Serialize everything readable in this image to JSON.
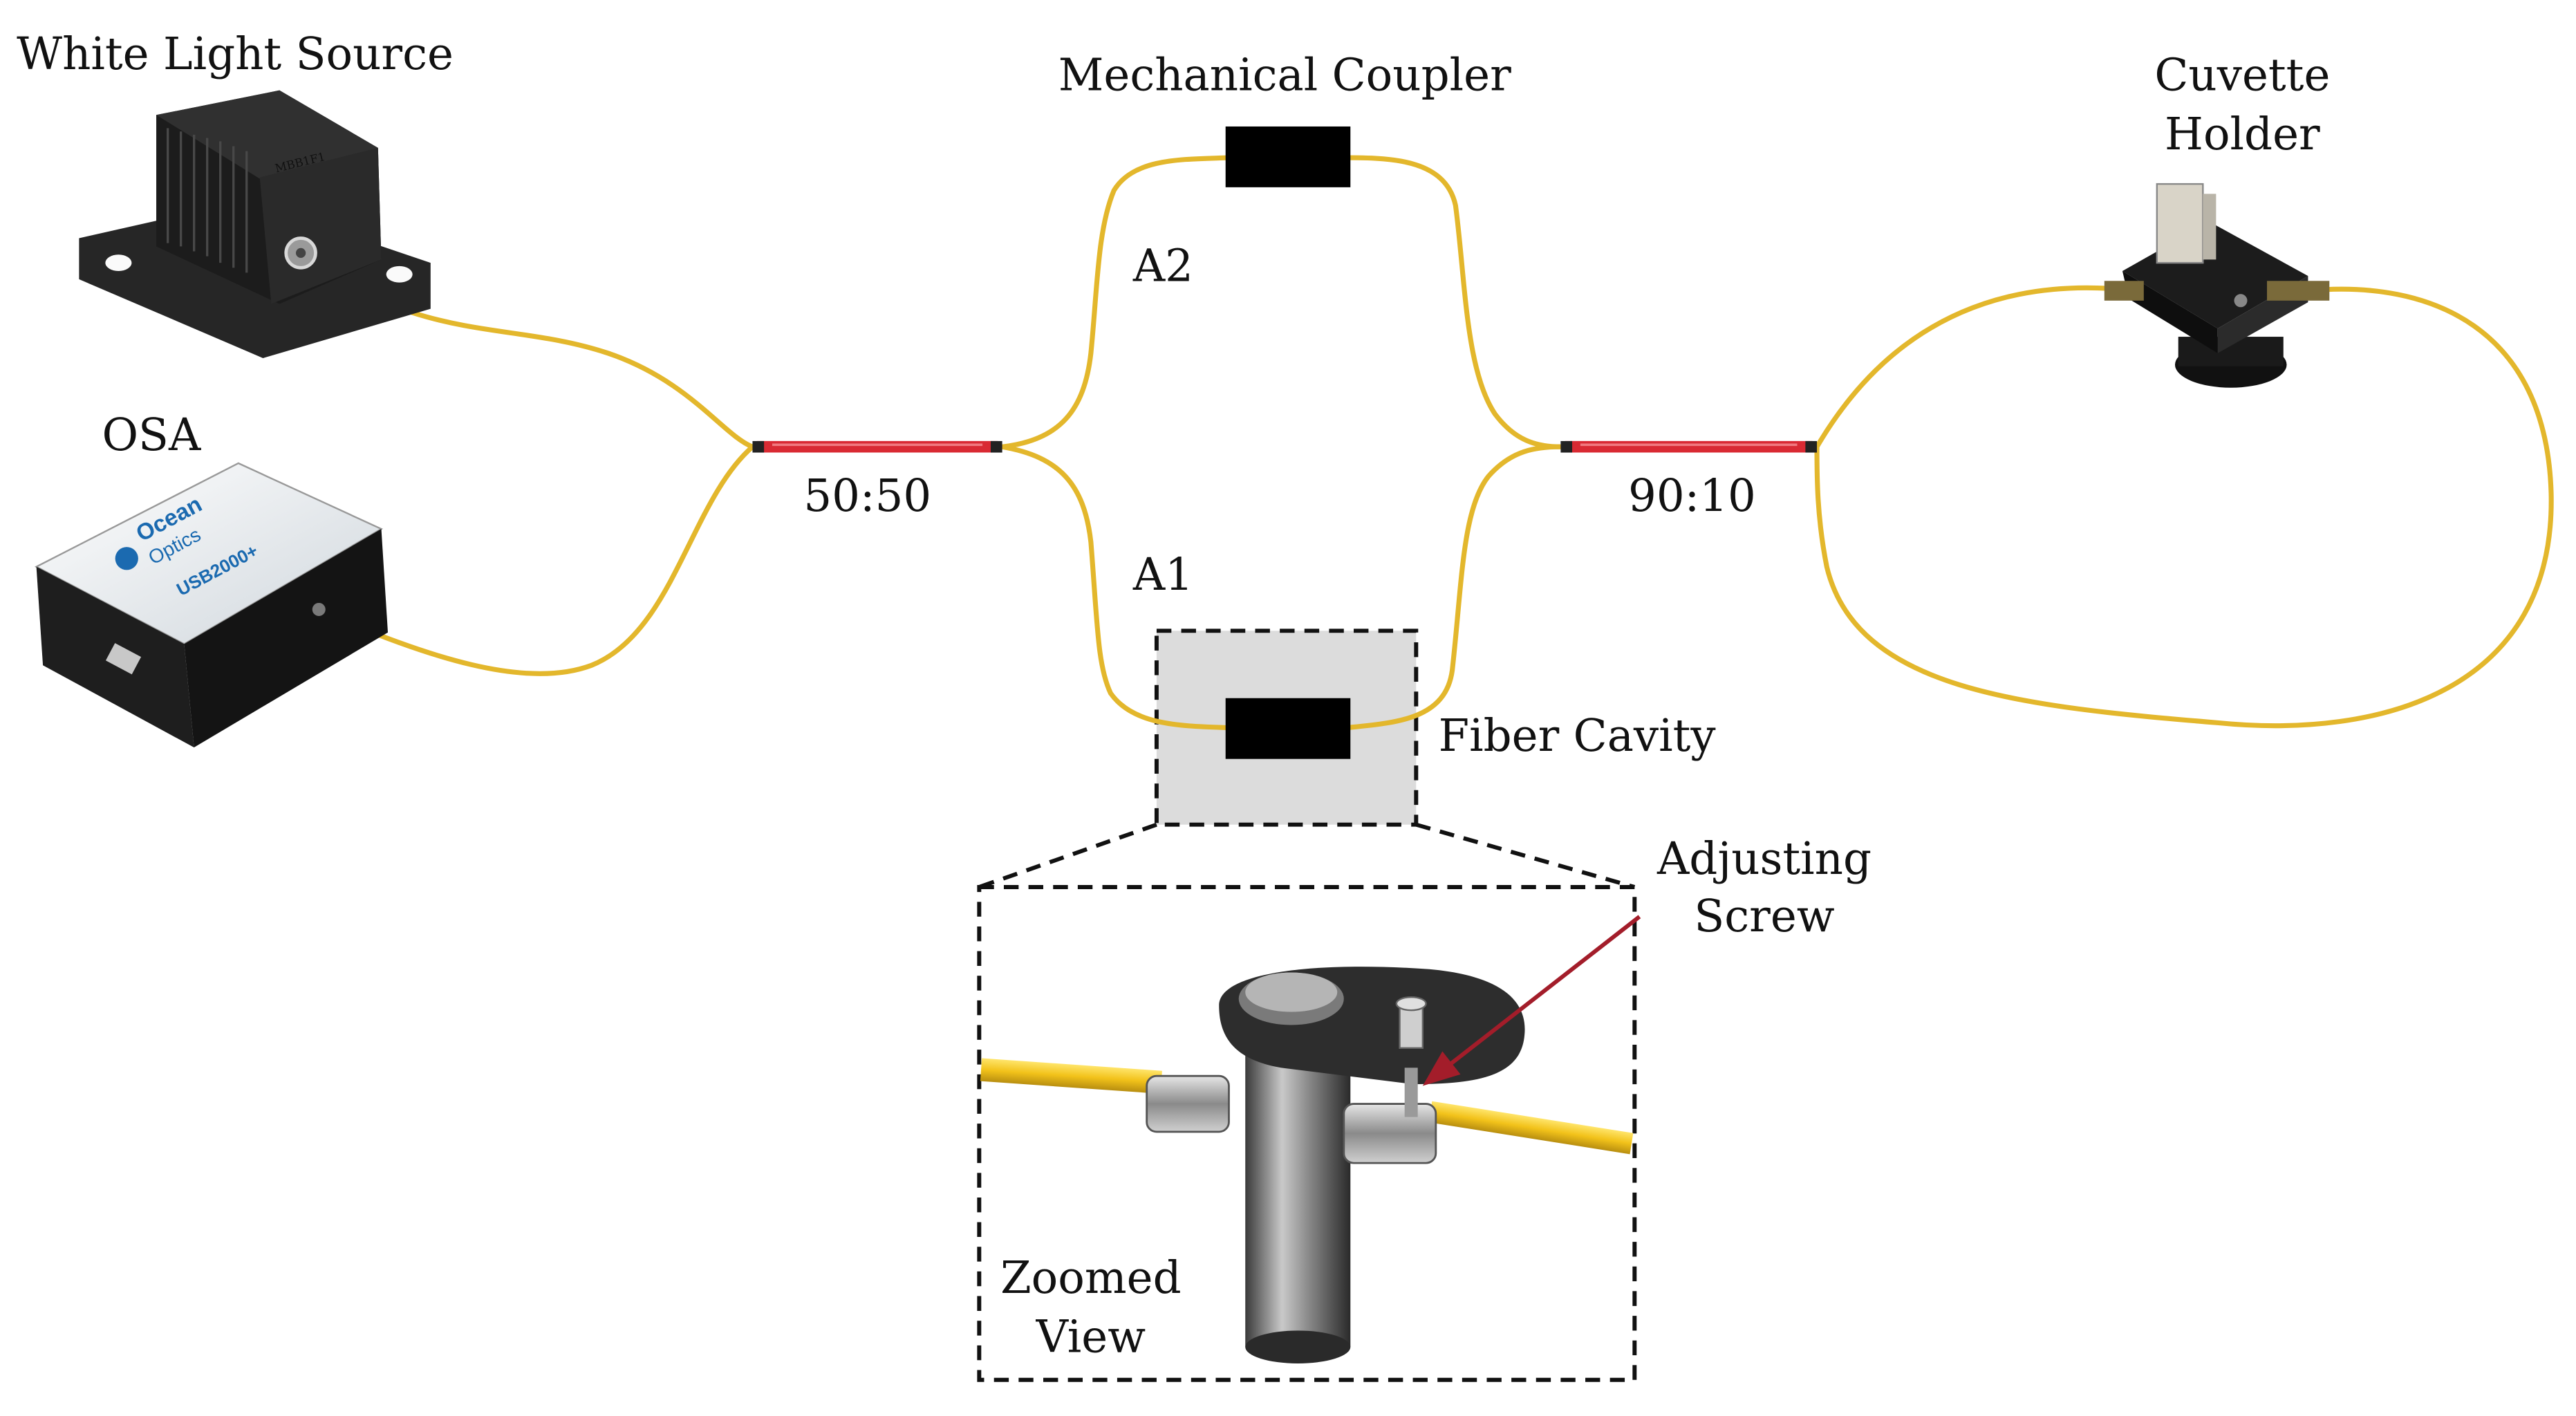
{
  "labels": {
    "white_light_source": "White Light Source",
    "osa": "OSA",
    "mechanical_coupler": "Mechanical Coupler",
    "cuvette_holder_line1": "Cuvette",
    "cuvette_holder_line2": "Holder",
    "coupler_5050": "50:50",
    "coupler_9010": "90:10",
    "arm_a2": "A2",
    "arm_a1": "A1",
    "fiber_cavity": "Fiber Cavity",
    "adjusting_screw_line1": "Adjusting",
    "adjusting_screw_line2": "Screw",
    "zoomed_view_line1": "Zoomed",
    "zoomed_view_line2": "View"
  },
  "device_text": {
    "light_source_model": "MBB1F1",
    "osa_brand_line1": "Ocean",
    "osa_brand_line2": "Optics",
    "osa_model": "USB2000+"
  },
  "colors": {
    "fiber": "#e3b72c",
    "coupler_body": "#d92a33",
    "arrow": "#a31d2a",
    "dashed_box_fill": "#dcdcdc",
    "black_block": "#000000",
    "zoom_fiber": "#f2c21a"
  }
}
